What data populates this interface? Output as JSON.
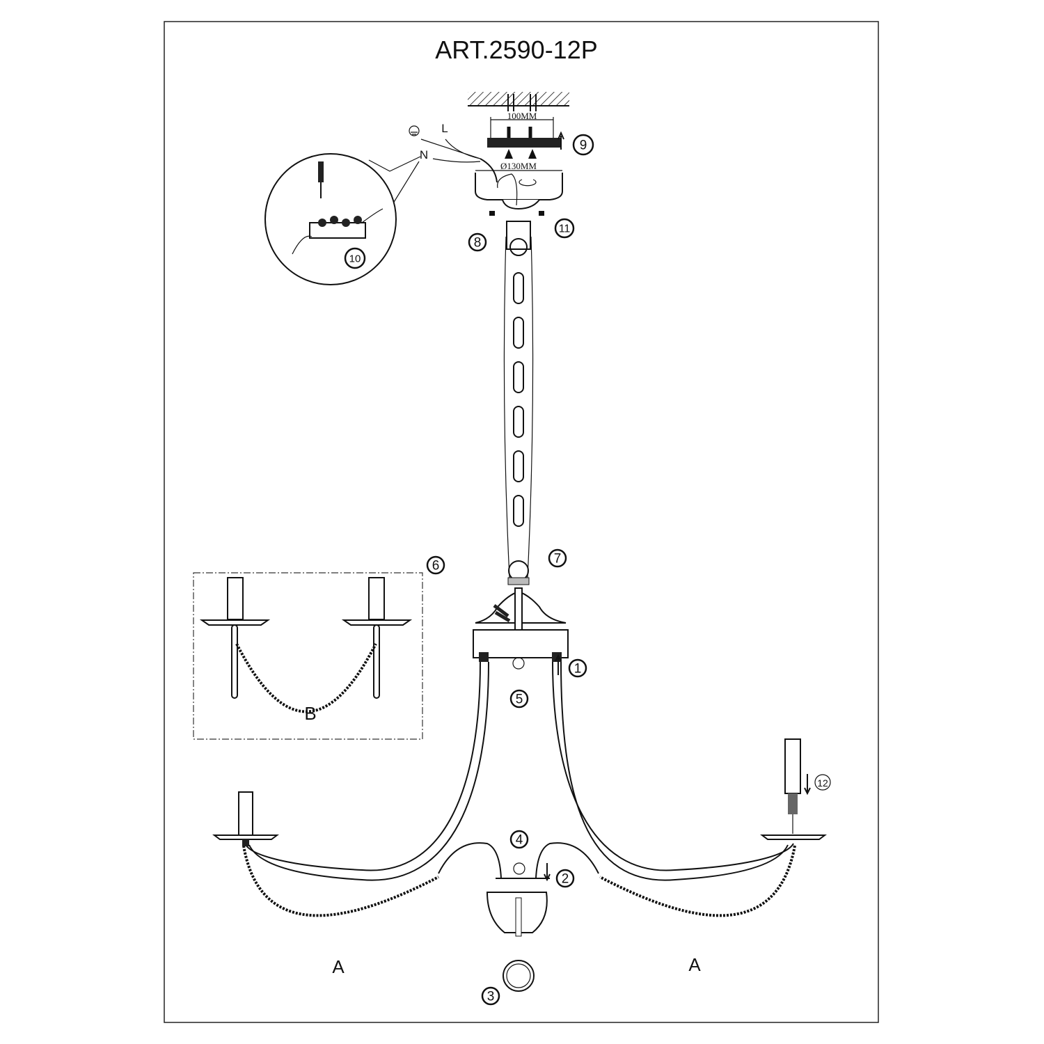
{
  "title": "ART.2590-12P",
  "dimensions": {
    "bracket_width": "100MM",
    "canopy_diameter": "Ø130MM"
  },
  "wire_labels": {
    "live": "L",
    "neutral": "N"
  },
  "steps": [
    "1",
    "2",
    "3",
    "4",
    "5",
    "6",
    "7",
    "8",
    "9",
    "10",
    "11",
    "12"
  ],
  "part_labels": {
    "chain_left": "A",
    "chain_right": "A",
    "detail": "B"
  }
}
